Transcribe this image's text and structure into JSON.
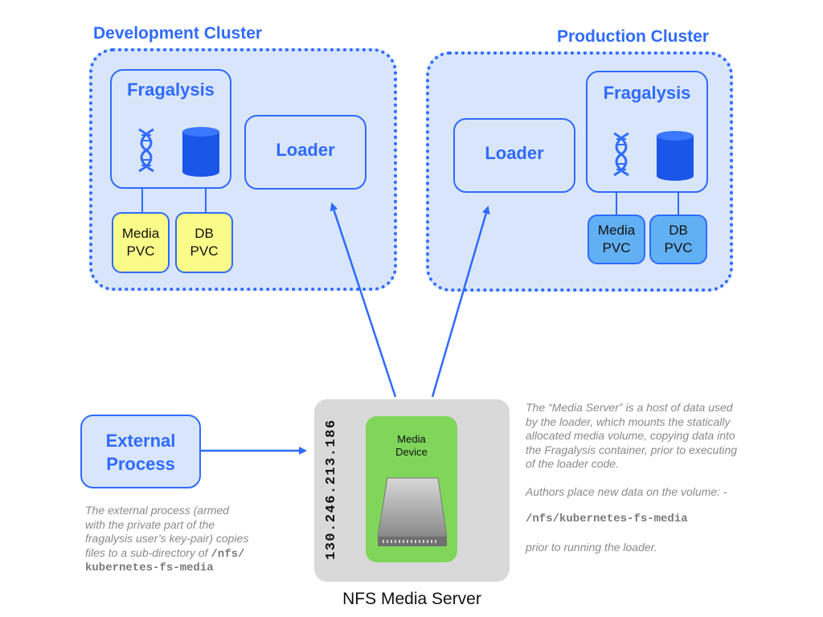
{
  "dev_cluster": {
    "title": "Development Cluster",
    "fragalysis_label": "Fragalysis",
    "loader_label": "Loader",
    "media_pvc": [
      "Media",
      "PVC"
    ],
    "db_pvc": [
      "DB",
      "PVC"
    ]
  },
  "prod_cluster": {
    "title": "Production Cluster",
    "fragalysis_label": "Fragalysis",
    "loader_label": "Loader",
    "media_pvc": [
      "Media",
      "PVC"
    ],
    "db_pvc": [
      "DB",
      "PVC"
    ]
  },
  "external_process": {
    "label": [
      "External",
      "Process"
    ],
    "note_lines": [
      "The external process (armed",
      "with the private part of the",
      "fragalysis user’s key-pair) copies",
      "files to a sub-directory of"
    ],
    "note_path_1": "/nfs/",
    "note_path_2": "kubernetes-fs-media"
  },
  "nfs_server": {
    "ip": "130.246.213.186",
    "device_label": [
      "Media",
      "Device"
    ],
    "caption": "NFS Media Server"
  },
  "media_server_note": {
    "para1": [
      "The “Media Server” is a host of data used",
      "by the loader, which mounts the statically",
      "allocated media volume, copying data into",
      "the Fragalysis container, prior to executing",
      "of the loader code."
    ],
    "para2": "Authors place new data on the volume: -",
    "path": "/nfs/kubernetes-fs-media",
    "para3": "prior to running the loader."
  },
  "colors": {
    "accent": "#2f6bff",
    "cluster_fill": "#d9e5fb",
    "yellow_pvc": "#fbfb8a",
    "blue_pvc": "#62b0f4",
    "device_green": "#7fd65a",
    "server_gray": "#d9d9d9"
  },
  "icons": [
    "dna-icon",
    "database-icon",
    "hard-drive-icon"
  ]
}
